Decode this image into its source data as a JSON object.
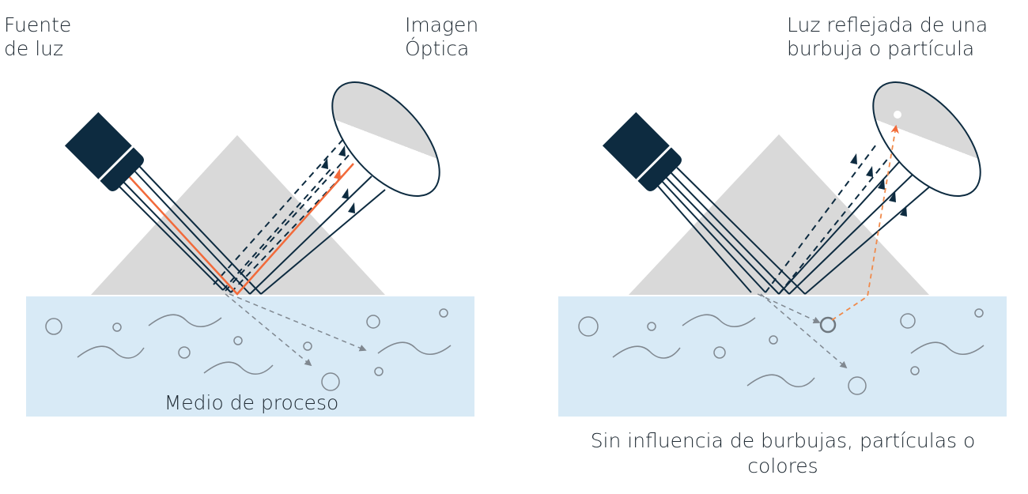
{
  "left_panel": {
    "source_label": [
      "Fuente",
      "de luz"
    ],
    "optics_label": [
      "Imagen",
      "Óptica"
    ],
    "medium_label": "Medio de proceso"
  },
  "right_panel": {
    "reflection_label": [
      "Luz reflejada de una",
      "burbuja o partícula"
    ],
    "caption": [
      "Sin influencia de burbujas, partículas o",
      "colores"
    ]
  },
  "colors": {
    "dark": "#0d2b40",
    "accent": "#f26a3a",
    "prism": "#d9d9d9",
    "medium": "#d8eaf6"
  }
}
